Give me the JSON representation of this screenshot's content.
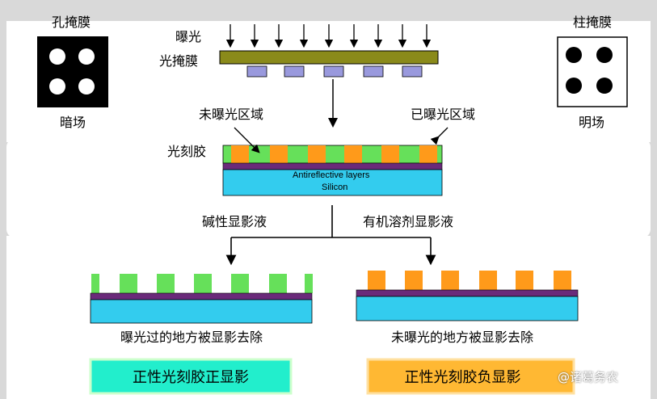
{
  "labels": {
    "hole_mask": "孔掩膜",
    "dark_field": "暗场",
    "pillar_mask": "柱掩膜",
    "bright_field": "明场",
    "exposure": "曝光",
    "photomask": "光掩膜",
    "unexposed_region": "未曝光区域",
    "exposed_region": "已曝光区域",
    "photoresist": "光刻胶",
    "antireflective": "Antireflective layers",
    "silicon": "Silicon",
    "alkaline_developer": "碱性显影液",
    "organic_developer": "有机溶剂显影液",
    "positive_caption": "曝光过的地方被显影去除",
    "negative_caption": "未曝光的地方被显影去除",
    "positive_result": "正性光刻胶正显影",
    "negative_result": "正性光刻胶负显影",
    "watermark": "@诸葛务农"
  },
  "colors": {
    "photoresist_green": "#66e05a",
    "exposed_orange": "#ff9a1a",
    "arc_purple": "#6a2a7a",
    "silicon_blue": "#33ccee",
    "mask_olive": "#8a8a1a",
    "mask_chrome": "#9999dd",
    "positive_box": "#22eecc",
    "negative_box": "#ffb833"
  }
}
